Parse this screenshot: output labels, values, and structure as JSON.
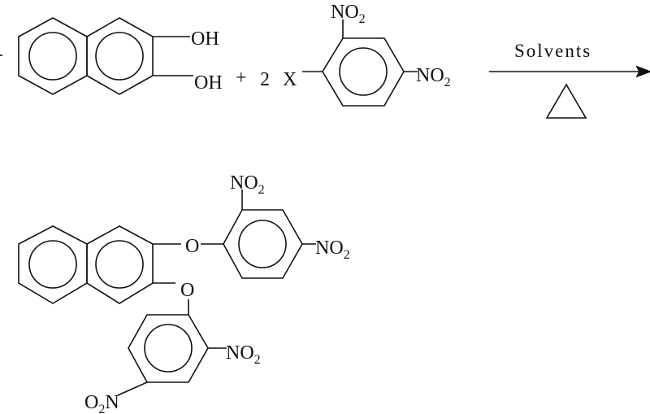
{
  "diagram": {
    "type": "chemical-reaction-scheme",
    "reactant1": {
      "name": "2,3-dihydroxynaphthalene",
      "groups": [
        {
          "symbol": "OH"
        },
        {
          "symbol": "OH"
        }
      ]
    },
    "plus1": "+",
    "coefficient": "2",
    "reactant2": {
      "name": "1-X-2,4-dinitrobenzene",
      "leaving_group": "X",
      "groups": [
        {
          "main": "NO",
          "sub": "2"
        },
        {
          "main": "NO",
          "sub": "2"
        }
      ]
    },
    "arrow": {
      "condition_above": "Solvents",
      "condition_below": "heat-triangle"
    },
    "product": {
      "name": "2,3-bis(2,4-dinitrophenoxy)naphthalene",
      "ether_oxygens": [
        "O",
        "O"
      ],
      "ring1_groups": [
        {
          "main": "NO",
          "sub": "2"
        },
        {
          "main": "NO",
          "sub": "2"
        }
      ],
      "ring2_groups": [
        {
          "main": "NO",
          "sub": "2"
        },
        {
          "pre": "O",
          "sub": "2",
          "main": "N"
        }
      ]
    }
  }
}
